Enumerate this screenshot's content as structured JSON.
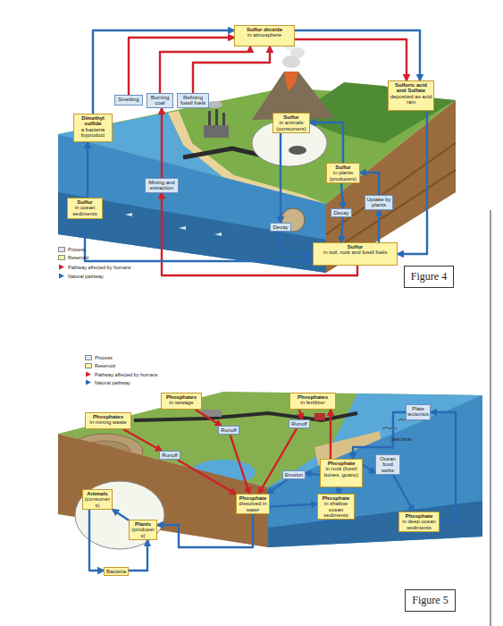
{
  "diagram": {
    "nodes": [
      {
        "text": [
          "Sulfur dioxide",
          "in atmosphere"
        ]
      },
      {
        "text": [
          "Smelting"
        ]
      },
      {
        "text": [
          "Burning coal"
        ]
      },
      {
        "text": [
          "Refining fossil fuels"
        ]
      },
      {
        "text": [
          "Sulfuric acid and Sulfate",
          "deposited as acid rain"
        ]
      },
      {
        "text": [
          "Dimethyl sulfide",
          "a bacteria byproduct"
        ]
      },
      {
        "text": [
          "Sulfur",
          "in animals (consumers)"
        ]
      },
      {
        "text": [
          "Sulfur",
          "in plants (producers)"
        ]
      },
      {
        "text": [
          "Mining and extraction"
        ]
      },
      {
        "text": [
          "Uptake by plants"
        ]
      },
      {
        "text": [
          "Sulfur",
          "in ocean sediments"
        ]
      },
      {
        "text": [
          "Decay"
        ]
      },
      {
        "text": [
          "Decay"
        ]
      },
      {
        "text": [
          "Sulfur",
          "in soil, rock and fossil fuels"
        ]
      },
      {
        "text": [
          "Phosphates",
          "in sewage"
        ]
      },
      {
        "text": [
          "Phosphates",
          "in fertilizer"
        ]
      },
      {
        "text": [
          "Plate tectonics"
        ]
      },
      {
        "text": [
          "Phosphates",
          "in mining waste"
        ]
      },
      {
        "text": [
          "Runoff"
        ]
      },
      {
        "text": [
          "Runoff"
        ]
      },
      {
        "text": [
          "Runoff"
        ]
      },
      {
        "text": [
          "Phosphate",
          "in rock (fossil bones, guano)"
        ]
      },
      {
        "text": [
          "Ocean food webs"
        ]
      },
      {
        "text": [
          "Erosion"
        ]
      },
      {
        "text": [
          "Animals",
          "(consumers)"
        ]
      },
      {
        "text": [
          "Phosphate",
          "dissolved in water"
        ]
      },
      {
        "text": [
          "Phosphate",
          "in shallow ocean sediments"
        ]
      },
      {
        "text": [
          "Plants",
          "(producers)"
        ]
      },
      {
        "text": [
          "Phosphate",
          "in deep ocean sediments"
        ]
      },
      {
        "text": [
          "Bacteria"
        ]
      }
    ],
    "edges": [
      {
        "from": 5,
        "to": 0,
        "arrow": "to"
      },
      {
        "from": 1,
        "to": 0,
        "arrow": "to"
      },
      {
        "from": 2,
        "to": 0,
        "arrow": "to"
      },
      {
        "from": 3,
        "to": 0,
        "arrow": "to"
      },
      {
        "from": 0,
        "to": 4,
        "arrow": "to"
      },
      {
        "from": 0,
        "to": 4,
        "arrow": "to"
      },
      {
        "from": 4,
        "to": 13,
        "arrow": "to"
      },
      {
        "from": 13,
        "to": 9,
        "arrow": "to"
      },
      {
        "from": 9,
        "to": 7,
        "arrow": "to"
      },
      {
        "from": 7,
        "to": 6,
        "arrow": "to"
      },
      {
        "from": 7,
        "to": 11,
        "arrow": "to"
      },
      {
        "from": 11,
        "to": 13,
        "arrow": "to"
      },
      {
        "from": 6,
        "to": 12,
        "arrow": "to"
      },
      {
        "from": 12,
        "to": 13,
        "arrow": "to"
      },
      {
        "from": 13,
        "to": 8,
        "arrow": "to"
      },
      {
        "from": 8,
        "to": 2,
        "arrow": "to"
      },
      {
        "from": 10,
        "to": 5,
        "arrow": "to"
      },
      {
        "from": 10,
        "to": 13,
        "arrow": "to"
      },
      {
        "from": 14,
        "to": 18,
        "arrow": "to"
      },
      {
        "from": 18,
        "to": 25,
        "arrow": "to"
      },
      {
        "from": 15,
        "to": 19,
        "arrow": "to"
      },
      {
        "from": 19,
        "to": 25,
        "arrow": "to"
      },
      {
        "from": 17,
        "to": 20,
        "arrow": "to"
      },
      {
        "from": 20,
        "to": 25,
        "arrow": "to"
      },
      {
        "from": 21,
        "to": 23,
        "arrow": "to"
      },
      {
        "from": 23,
        "to": 25,
        "arrow": "to"
      },
      {
        "from": 25,
        "to": 26,
        "arrow": "to"
      },
      {
        "from": 26,
        "to": 21,
        "arrow": "to"
      },
      {
        "from": 21,
        "to": 22,
        "arrow": "to"
      },
      {
        "from": 22,
        "to": 28,
        "arrow": "to"
      },
      {
        "from": 28,
        "to": 16,
        "arrow": "to"
      },
      {
        "from": 16,
        "to": 21,
        "arrow": "to"
      },
      {
        "from": 21,
        "to": 15,
        "arrow": "to"
      },
      {
        "from": 25,
        "to": 27,
        "arrow": "to"
      },
      {
        "from": 27,
        "to": 24,
        "arrow": "to"
      },
      {
        "from": 24,
        "to": 29,
        "arrow": "to"
      },
      {
        "from": 29,
        "to": 27,
        "arrow": "to"
      }
    ],
    "labels": [
      "Figure 4",
      "Sea birds",
      "Figure 5"
    ],
    "legend": [
      {
        "text": "Process",
        "color": "#d7e6f5"
      },
      {
        "text": "Reservoir",
        "color": "#fdf4a6"
      },
      {
        "text": "Pathway affected by humans"
      },
      {
        "text": "Natural pathway"
      },
      {
        "text": "Process",
        "color": "#d7e6f5"
      },
      {
        "text": "Reservoir",
        "color": "#fdf4a6"
      },
      {
        "text": "Pathway affected by humans"
      },
      {
        "text": "Natural pathway"
      }
    ]
  }
}
